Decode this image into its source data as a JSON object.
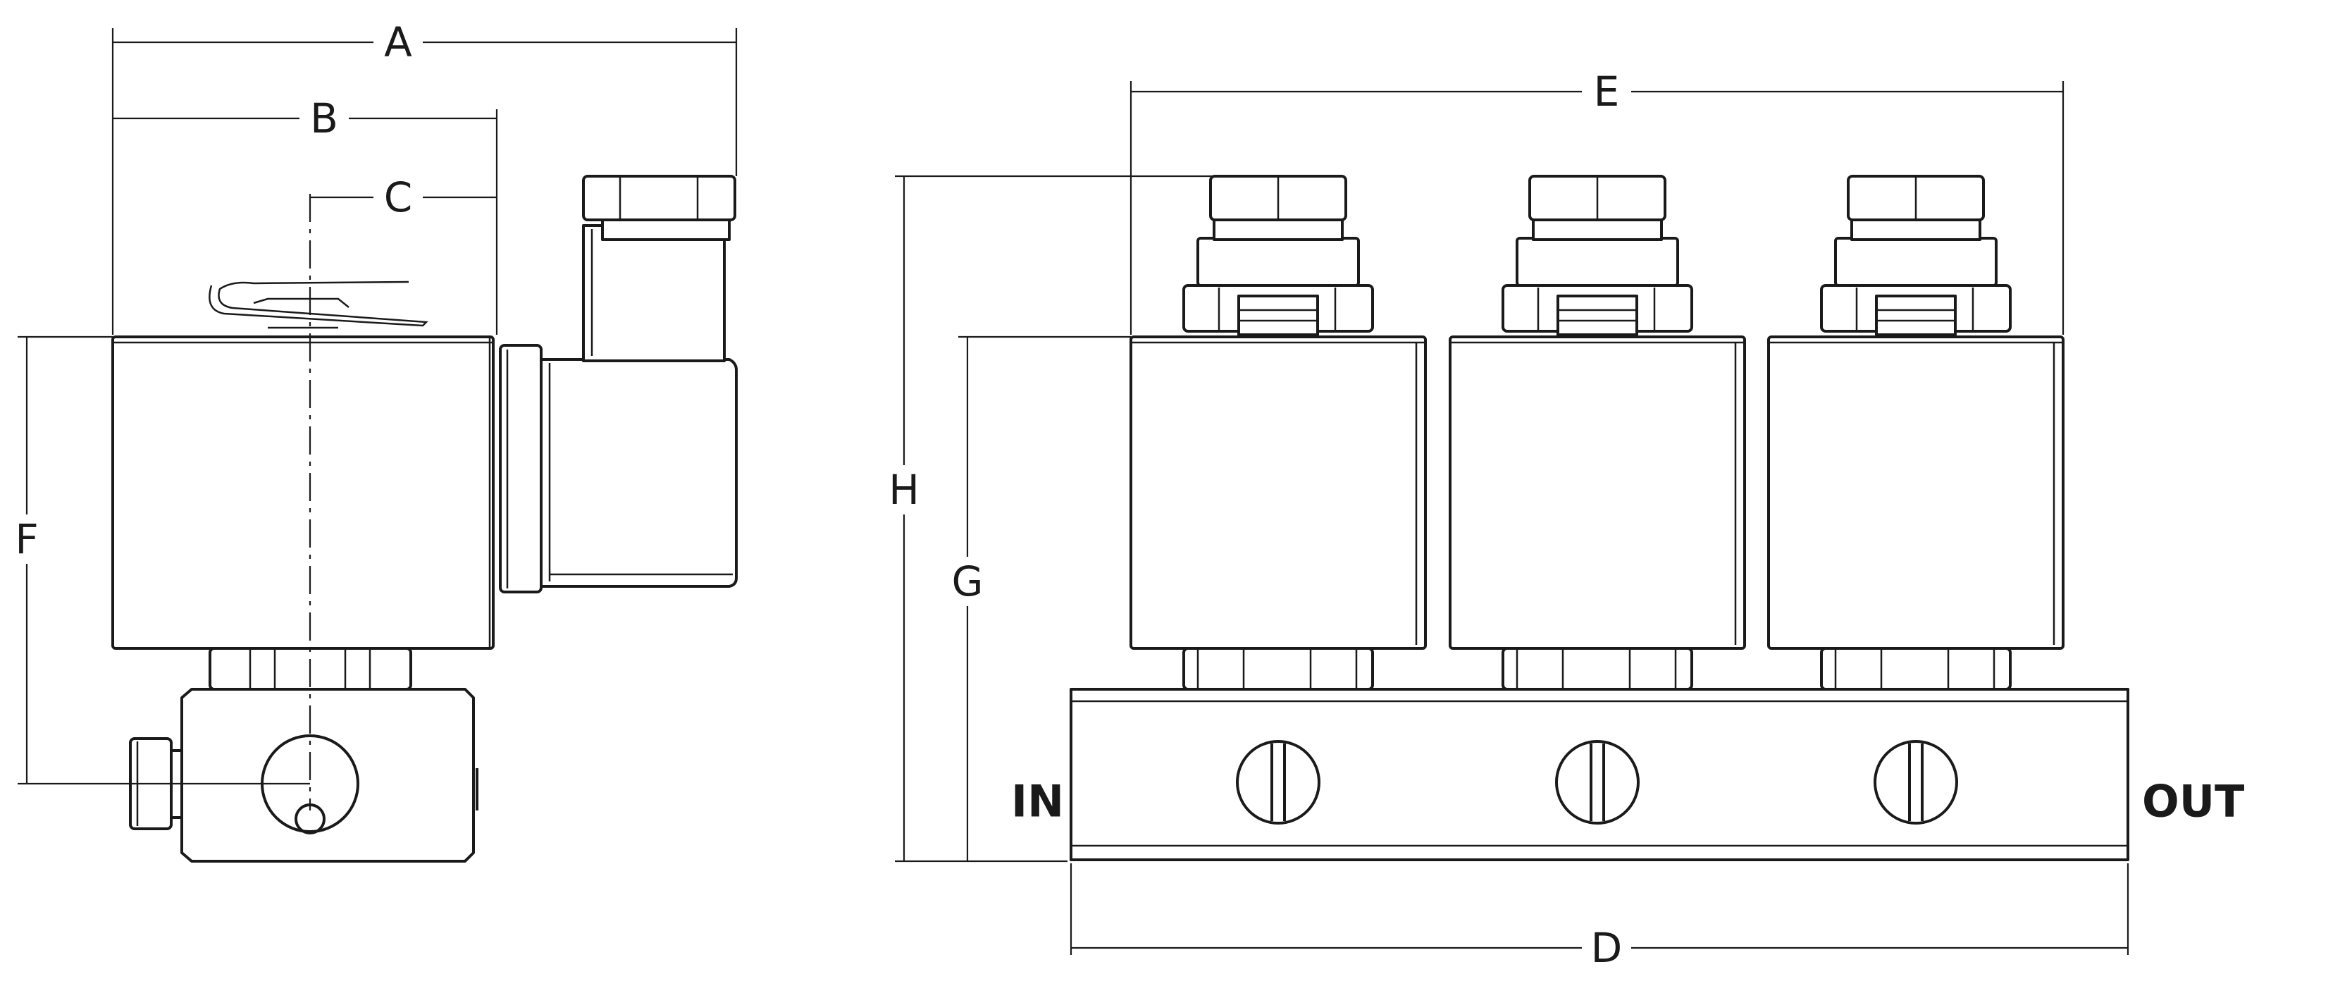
{
  "dimension_labels": {
    "a": "A",
    "b": "B",
    "c": "C",
    "d": "D",
    "e": "E",
    "f": "F",
    "g": "G",
    "h": "H"
  },
  "port_labels": {
    "inlet": "IN",
    "outlet": "OUT"
  },
  "manifold": {
    "valve_count": 3
  },
  "colors": {
    "line": "#1a1a1a",
    "background": "#ffffff"
  }
}
